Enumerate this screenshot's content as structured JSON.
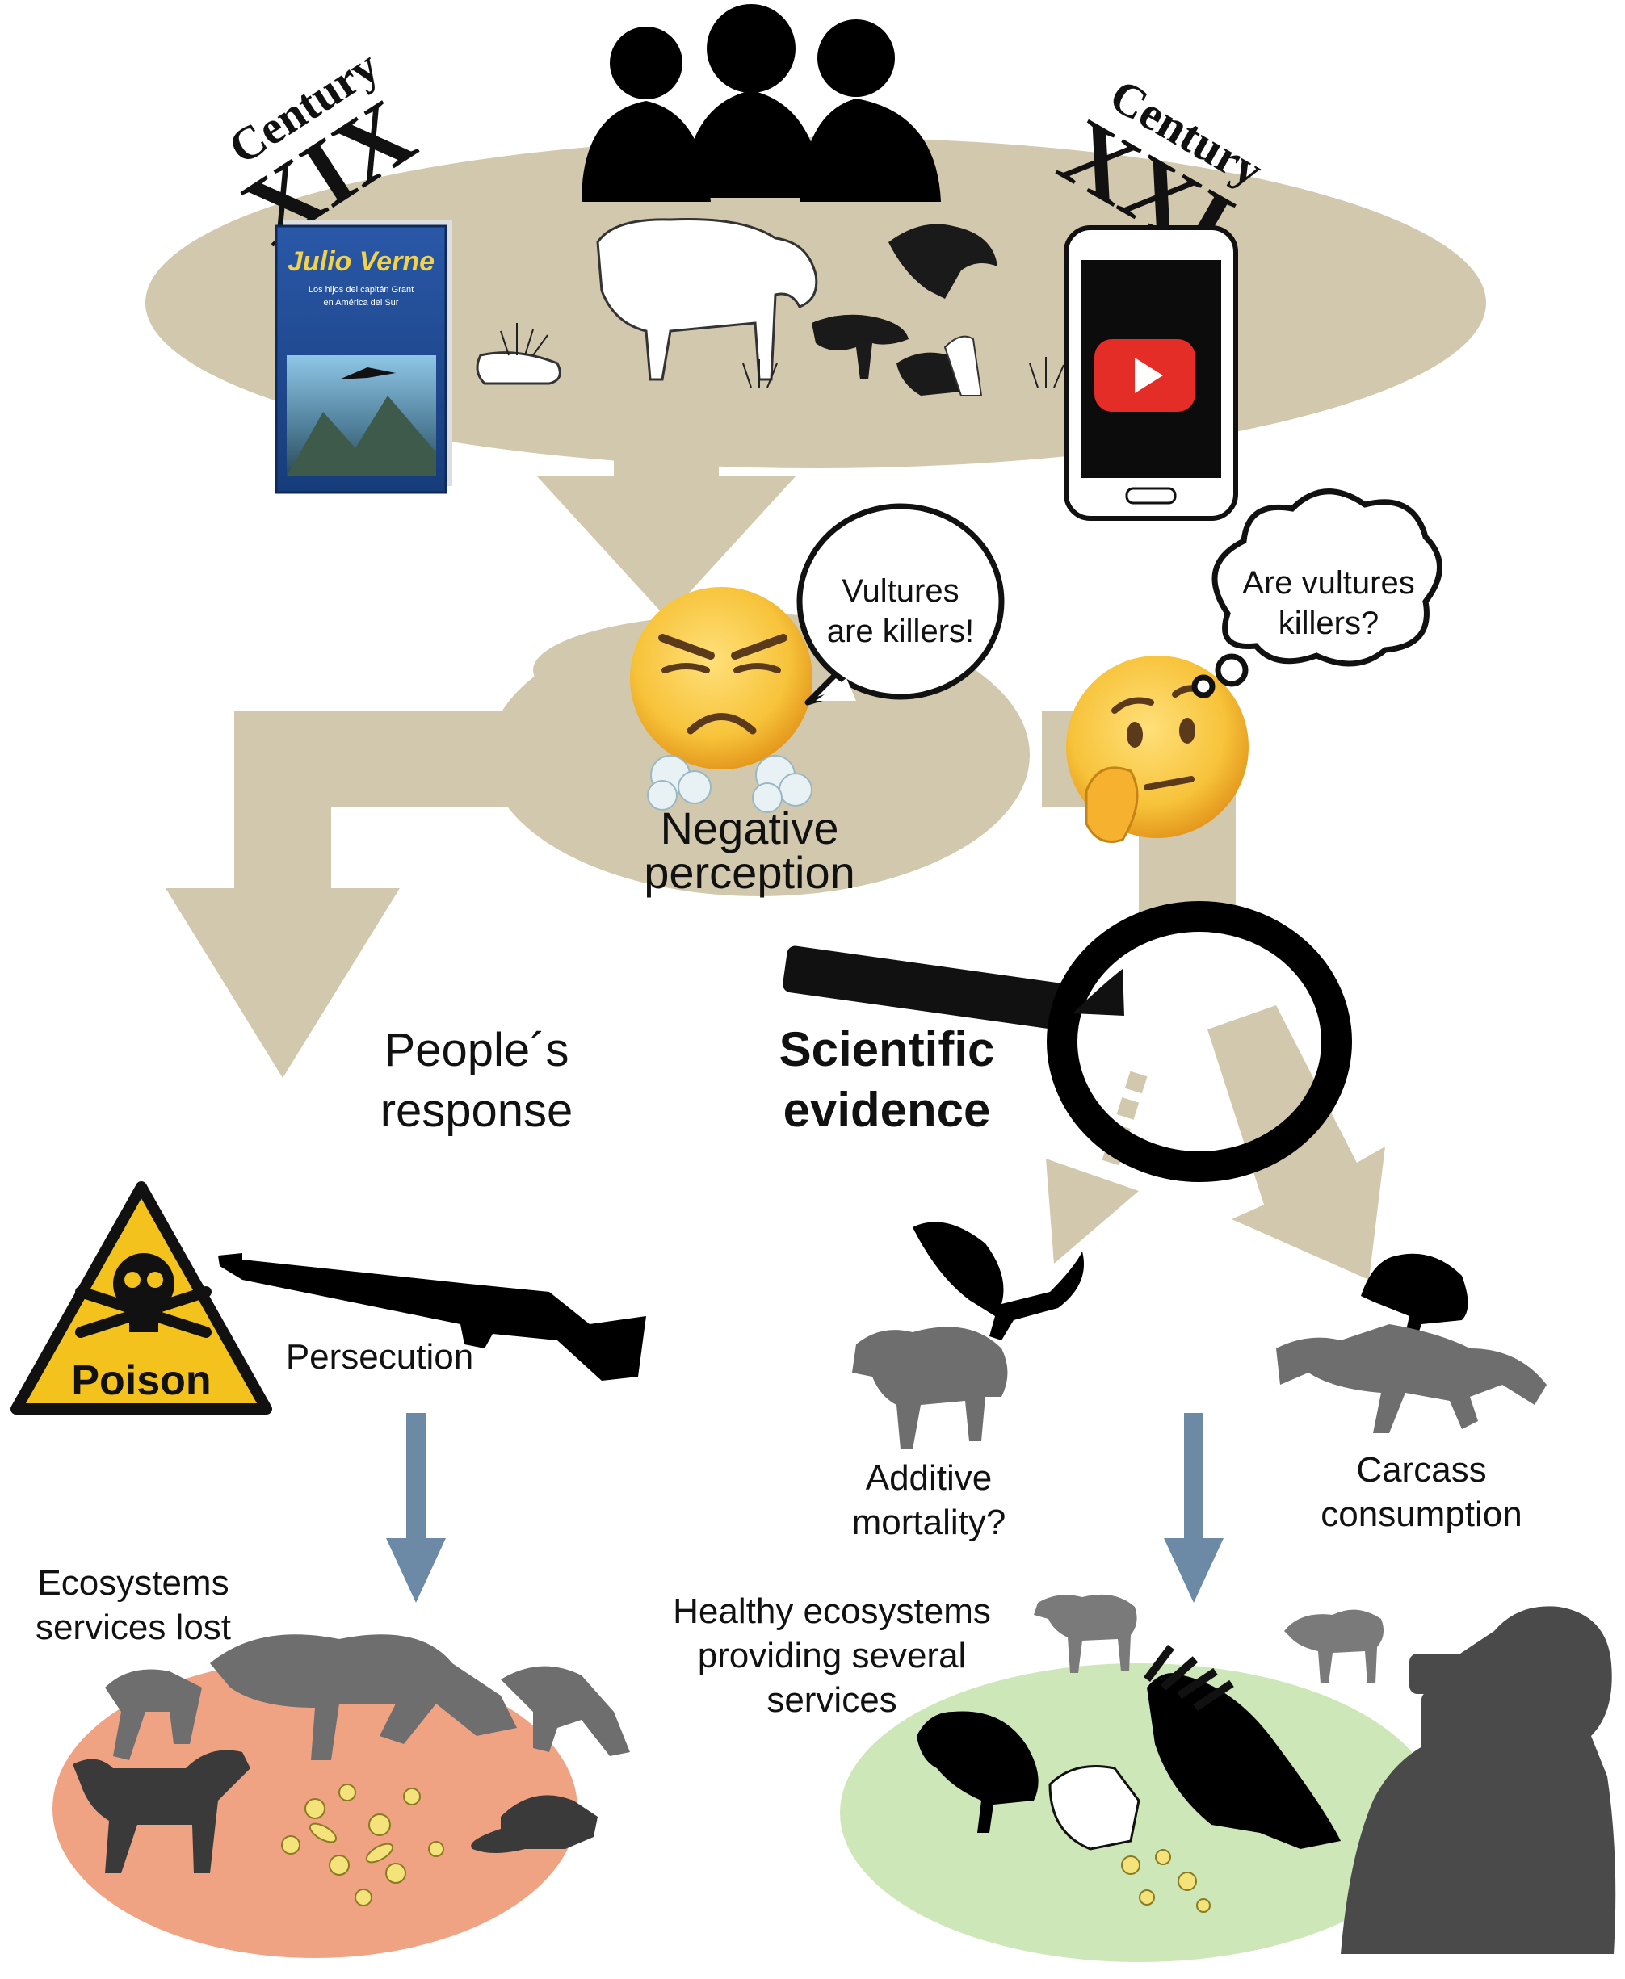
{
  "header": {
    "century_left": {
      "word": "Century",
      "numeral": "XIX"
    },
    "century_right": {
      "word": "Century",
      "numeral": "XXI"
    }
  },
  "book": {
    "author": "Julio Verne",
    "subtitle_line1": "Los hijos del capitán Grant",
    "subtitle_line2": "en América del Sur"
  },
  "phone": {
    "icon": "video-play-icon",
    "accent": "#e52d27"
  },
  "bubbles": {
    "speech_line1": "Vultures",
    "speech_line2": "are killers!",
    "thought_line1": "Are vultures",
    "thought_line2": "killers?"
  },
  "center": {
    "negative_line1": "Negative",
    "negative_line2": "perception"
  },
  "branches": {
    "left_line1": "People´s",
    "left_line2": "response",
    "right_line1": "Scientific",
    "right_line2": "evidence"
  },
  "left_side": {
    "poison_sign": "Poison",
    "persecution": "Persecution",
    "outcome_line1": "Ecosystems",
    "outcome_line2": "services lost"
  },
  "right_side": {
    "additive_line1": "Additive",
    "additive_line2": "mortality?",
    "carcass_line1": "Carcass",
    "carcass_line2": "consumption",
    "outcome_line1": "Healthy ecosystems",
    "outcome_line2": "providing several",
    "outcome_line3": "services"
  },
  "colors": {
    "arrow_tan": "#d2c8ae",
    "blue_arrow": "#6c8aa6",
    "lost_ellipse": "#efa383",
    "healthy_ellipse": "#cde7b8",
    "emoji_yellow": "#f7c33a",
    "poison_yellow": "#f4c21c"
  }
}
